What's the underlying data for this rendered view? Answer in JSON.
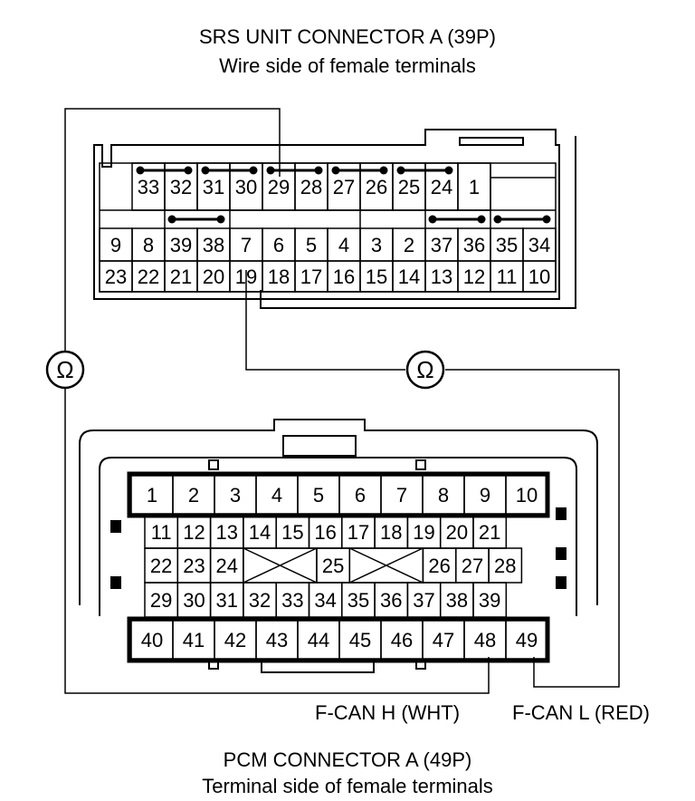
{
  "srs": {
    "title": "SRS UNIT CONNECTOR A (39P)",
    "subtitle": "Wire side of female terminals",
    "row1": [
      "33",
      "32",
      "31",
      "30",
      "29",
      "28",
      "27",
      "26",
      "25",
      "24",
      "1"
    ],
    "row2": [
      "9",
      "8",
      "39",
      "38",
      "7",
      "6",
      "5",
      "4",
      "3",
      "2",
      "37",
      "36",
      "35",
      "34"
    ],
    "row3": [
      "23",
      "22",
      "21",
      "20",
      "19",
      "18",
      "17",
      "16",
      "15",
      "14",
      "13",
      "12",
      "11",
      "10"
    ]
  },
  "pcm": {
    "title": "PCM CONNECTOR A (49P)",
    "subtitle": "Terminal side of female terminals",
    "row1": [
      "1",
      "2",
      "3",
      "4",
      "5",
      "6",
      "7",
      "8",
      "9",
      "10"
    ],
    "row2": [
      "11",
      "12",
      "13",
      "14",
      "15",
      "16",
      "17",
      "18",
      "19",
      "20",
      "21"
    ],
    "row3": [
      "22",
      "23",
      "24",
      "",
      "25",
      "",
      "26",
      "27",
      "28"
    ],
    "row4": [
      "29",
      "30",
      "31",
      "32",
      "33",
      "34",
      "35",
      "36",
      "37",
      "38",
      "39"
    ],
    "row5": [
      "40",
      "41",
      "42",
      "43",
      "44",
      "45",
      "46",
      "47",
      "48",
      "49"
    ]
  },
  "meters": {
    "symbol": "Ω"
  },
  "wires": {
    "fcan_h": "F-CAN H (WHT)",
    "fcan_l": "F-CAN L (RED)"
  }
}
